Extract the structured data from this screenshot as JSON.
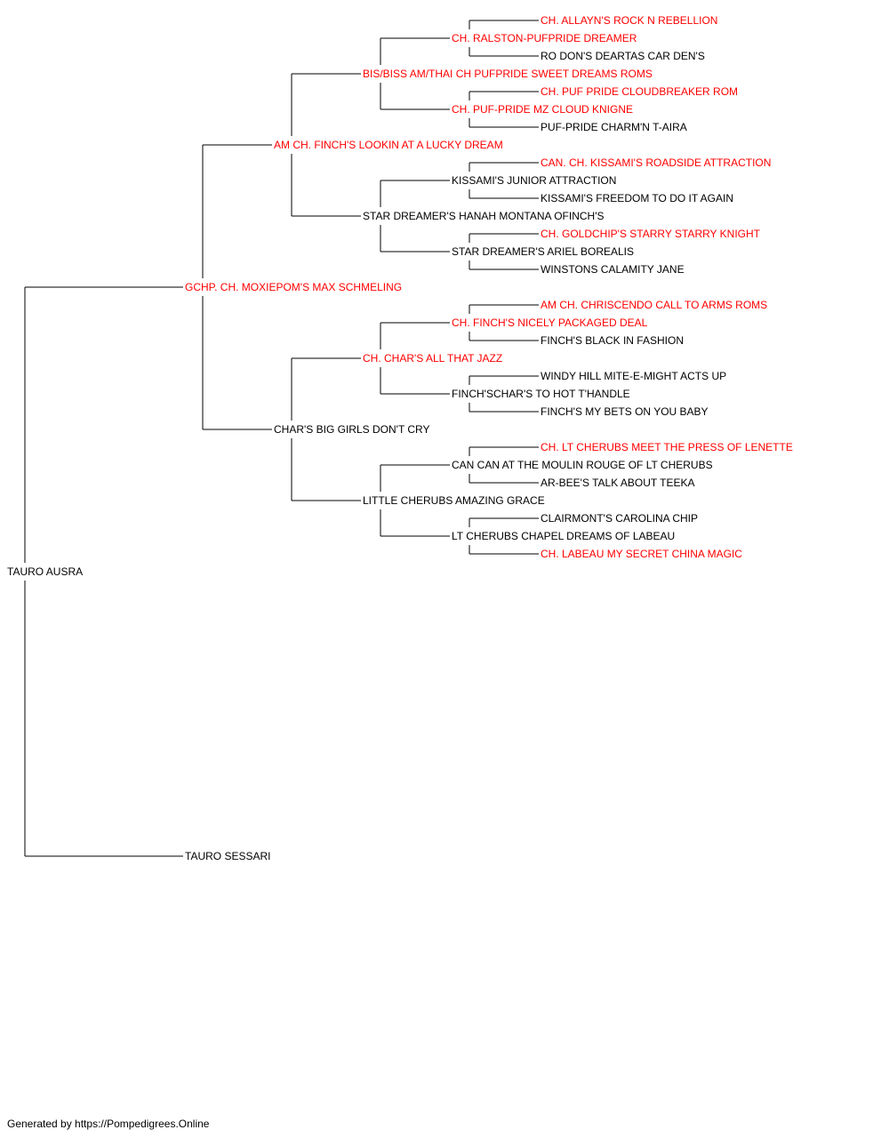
{
  "pedigree": {
    "name": "TAURO AUSRA",
    "champion": false,
    "sire": {
      "name": "GCHP. CH. MOXIEPOM'S MAX SCHMELING",
      "champion": true,
      "sire": {
        "name": "AM CH. FINCH'S LOOKIN AT A LUCKY DREAM",
        "champion": true,
        "sire": {
          "name": "BIS/BISS AM/THAI CH PUFPRIDE SWEET DREAMS ROMS",
          "champion": true,
          "sire": {
            "name": "CH. RALSTON-PUFPRIDE DREAMER",
            "champion": true,
            "sire": {
              "name": "CH. ALLAYN'S ROCK N REBELLION",
              "champion": true
            },
            "dam": {
              "name": "RO DON'S DEARTAS CAR DEN'S",
              "champion": false
            }
          },
          "dam": {
            "name": "CH. PUF-PRIDE MZ CLOUD KNIGNE",
            "champion": true,
            "sire": {
              "name": "CH. PUF PRIDE CLOUDBREAKER ROM",
              "champion": true
            },
            "dam": {
              "name": "PUF-PRIDE CHARM'N T-AIRA",
              "champion": false
            }
          }
        },
        "dam": {
          "name": "STAR DREAMER'S HANAH MONTANA OFINCH'S",
          "champion": false,
          "sire": {
            "name": "KISSAMI'S JUNIOR ATTRACTION",
            "champion": false,
            "sire": {
              "name": "CAN. CH. KISSAMI'S ROADSIDE ATTRACTION",
              "champion": true
            },
            "dam": {
              "name": "KISSAMI'S FREEDOM TO DO IT AGAIN",
              "champion": false
            }
          },
          "dam": {
            "name": "STAR DREAMER'S ARIEL BOREALIS",
            "champion": false,
            "sire": {
              "name": "CH. GOLDCHIP'S STARRY STARRY KNIGHT",
              "champion": true
            },
            "dam": {
              "name": "WINSTONS CALAMITY JANE",
              "champion": false
            }
          }
        }
      },
      "dam": {
        "name": "CHAR'S BIG GIRLS DON'T CRY",
        "champion": false,
        "sire": {
          "name": "CH. CHAR'S ALL THAT JAZZ",
          "champion": true,
          "sire": {
            "name": "CH. FINCH'S NICELY PACKAGED DEAL",
            "champion": true,
            "sire": {
              "name": "AM CH. CHRISCENDO CALL TO ARMS ROMS",
              "champion": true
            },
            "dam": {
              "name": "FINCH'S BLACK IN FASHION",
              "champion": false
            }
          },
          "dam": {
            "name": "FINCH'SCHAR'S TO HOT T'HANDLE",
            "champion": false,
            "sire": {
              "name": "WINDY HILL MITE-E-MIGHT ACTS UP",
              "champion": false
            },
            "dam": {
              "name": "FINCH'S MY BETS ON YOU BABY",
              "champion": false
            }
          }
        },
        "dam": {
          "name": "LITTLE CHERUBS AMAZING GRACE",
          "champion": false,
          "sire": {
            "name": "CAN CAN AT THE MOULIN ROUGE OF LT CHERUBS",
            "champion": false,
            "sire": {
              "name": "CH. LT CHERUBS MEET THE PRESS OF LENETTE",
              "champion": true
            },
            "dam": {
              "name": "AR-BEE'S TALK ABOUT TEEKA",
              "champion": false
            }
          },
          "dam": {
            "name": "LT CHERUBS CHAPEL DREAMS OF LABEAU",
            "champion": false,
            "sire": {
              "name": "CLAIRMONT'S CAROLINA CHIP",
              "champion": false
            },
            "dam": {
              "name": "CH. LABEAU MY SECRET CHINA MAGIC",
              "champion": true
            }
          }
        }
      }
    },
    "dam": {
      "name": "TAURO SESSARI",
      "champion": false
    }
  },
  "colors": {
    "champion": "#ff0000",
    "regular": "#000000",
    "line": "#000000"
  },
  "footer": "Generated by https://Pompedigrees.Online"
}
